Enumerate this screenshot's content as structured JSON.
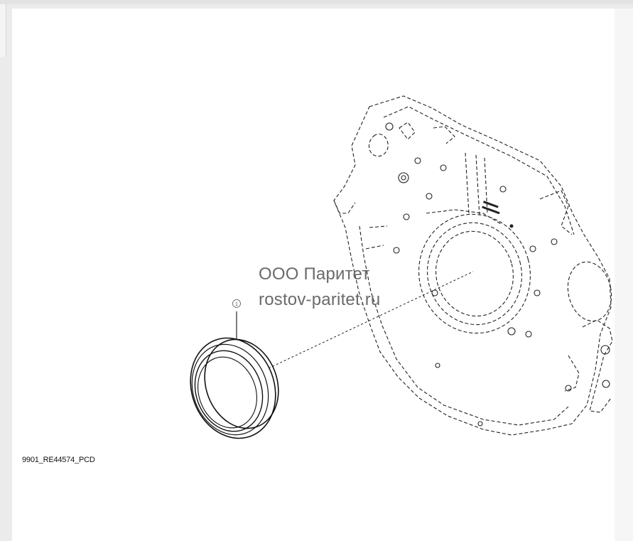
{
  "watermark": {
    "company": "ООО Паритет",
    "website": "rostov-paritet.ru"
  },
  "figure": {
    "code": "9901_RE44574_PCD",
    "callout_number": "1"
  },
  "colors": {
    "line": "#222222",
    "watermark": "#6a6a6a",
    "background": "#ffffff"
  }
}
